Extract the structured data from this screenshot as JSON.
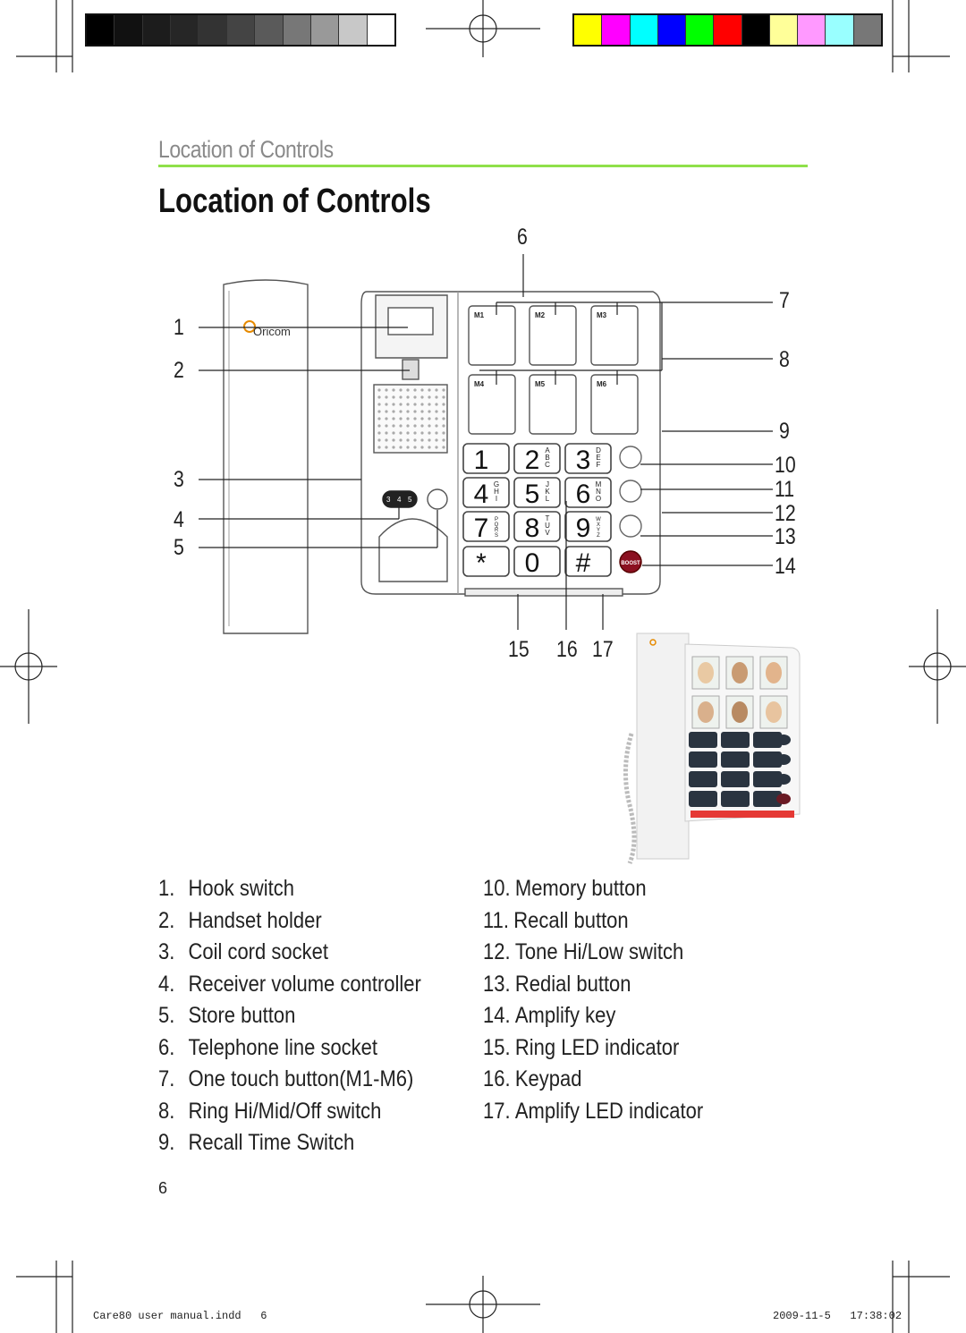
{
  "running_head": "Location of Controls",
  "title": "Location of Controls",
  "brand": "Oricom",
  "callouts": [
    "1",
    "2",
    "3",
    "4",
    "5",
    "6",
    "7",
    "8",
    "9",
    "10",
    "11",
    "12",
    "13",
    "14",
    "15",
    "16",
    "17"
  ],
  "memory_keys": [
    "M1",
    "M2",
    "M3",
    "M4",
    "M5",
    "M6"
  ],
  "keypad": {
    "digits": [
      "1",
      "2",
      "3",
      "4",
      "5",
      "6",
      "7",
      "8",
      "9",
      "*",
      "0",
      "#"
    ],
    "letters": [
      "",
      "ABC",
      "DEF",
      "GHI",
      "JKL",
      "MNO",
      "PQRS",
      "TUV",
      "WXYZ",
      "",
      "",
      ""
    ]
  },
  "boost_label": "BOOST",
  "volume_scale": [
    "3",
    "4",
    "5"
  ],
  "legend_left": [
    {
      "num": "1.",
      "label": "Hook switch"
    },
    {
      "num": "2.",
      "label": "Handset holder"
    },
    {
      "num": "3.",
      "label": "Coil cord socket"
    },
    {
      "num": "4.",
      "label": "Receiver volume controller"
    },
    {
      "num": "5.",
      "label": "Store button"
    },
    {
      "num": "6.",
      "label": "Telephone line socket"
    },
    {
      "num": "7.",
      "label": "One touch button(M1-M6)"
    },
    {
      "num": "8.",
      "label": "Ring Hi/Mid/Off switch"
    },
    {
      "num": "9.",
      "label": "Recall Time Switch"
    }
  ],
  "legend_right": [
    {
      "num": "10.",
      "label": "Memory button"
    },
    {
      "num": "11.",
      "label": "Recall button"
    },
    {
      "num": "12.",
      "label": "Tone Hi/Low switch"
    },
    {
      "num": "13.",
      "label": "Redial button"
    },
    {
      "num": "14.",
      "label": "Amplify key"
    },
    {
      "num": "15.",
      "label": "Ring LED indicator"
    },
    {
      "num": "16.",
      "label": "Keypad"
    },
    {
      "num": "17.",
      "label": "Amplify LED indicator"
    }
  ],
  "page_number": "6",
  "slug_left": "Care80 user manual.indd   6",
  "slug_right": "2009-11-5   17:38:02",
  "colors": {
    "accent_rule": "#8fe04a",
    "gray_bar": [
      "#000000",
      "#111111",
      "#1c1c1c",
      "#262626",
      "#333333",
      "#444444",
      "#5a5a5a",
      "#777777",
      "#999999",
      "#c8c8c8",
      "#ffffff"
    ],
    "color_bar": [
      "#ffff00",
      "#ff00ff",
      "#00ffff",
      "#0000ff",
      "#00ff00",
      "#ff0000",
      "#000000",
      "#ffff99",
      "#ff99ff",
      "#99ffff",
      "#777777"
    ]
  }
}
